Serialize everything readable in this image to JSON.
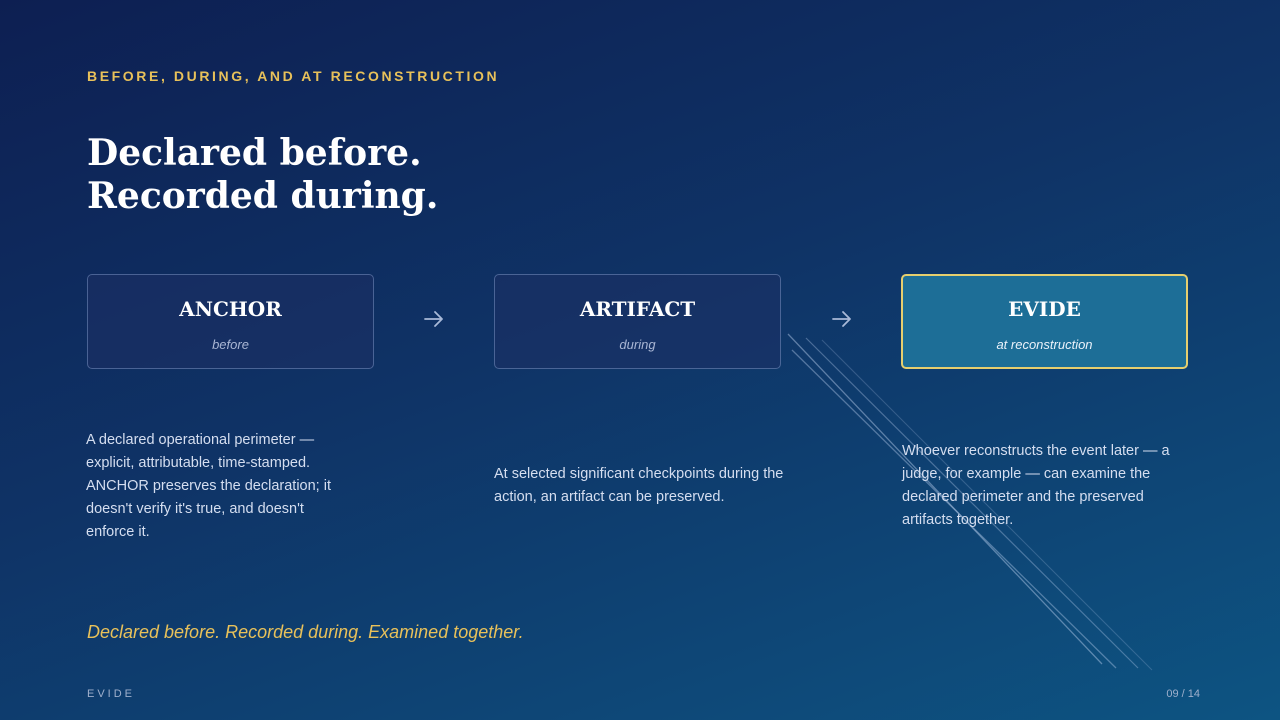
{
  "eyebrow": "BEFORE, DURING, AND AT RECONSTRUCTION",
  "title": {
    "line1": "Declared before.",
    "line2": "Recorded during."
  },
  "stages": [
    {
      "name": "ANCHOR",
      "sub": "before",
      "description": "A declared operational perimeter — explicit, attributable, time-stamped. ANCHOR preserves the declaration; it doesn't verify it's true, and doesn't enforce it."
    },
    {
      "name": "ARTIFACT",
      "sub": "during",
      "description": "At selected significant checkpoints during the action, an artifact can be preserved."
    },
    {
      "name": "EVIDE",
      "sub": "at reconstruction",
      "description": "Whoever reconstructs the event later — a judge, for example — can examine the declared perimeter and the preserved artifacts together."
    }
  ],
  "icons": {
    "arrow1": "arrow-right-icon",
    "arrow2": "arrow-right-icon"
  },
  "colors": {
    "accent": "#e8c15a",
    "highlight_box": "#1d6e97",
    "highlight_border": "#e6cf6e"
  },
  "tagline": "Declared before. Recorded during. Examined together.",
  "footer": {
    "brand": "EVIDE",
    "page": "09 / 14"
  }
}
